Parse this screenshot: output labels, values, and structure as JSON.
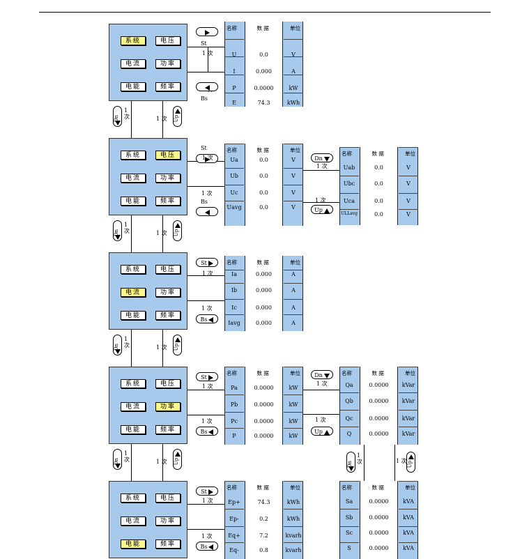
{
  "main_menu": {
    "sys": "系统",
    "volt": "电压",
    "curr": "电流",
    "power": "功率",
    "energy": "电能",
    "freq": "频率"
  },
  "labels": {
    "st": "St",
    "bs": "Bs",
    "dn": "Dn",
    "up": "Up",
    "once": "1 次",
    "one": "1",
    "ci": "次"
  },
  "headers": {
    "name": "名称",
    "data": "数 据",
    "unit": "单位"
  },
  "sys_table": {
    "rows": [
      {
        "name": "U",
        "value": "0.0",
        "unit": "V"
      },
      {
        "name": "I",
        "value": "0.000",
        "unit": "A"
      },
      {
        "name": "P",
        "value": "0.0000",
        "unit": "kW"
      },
      {
        "name": "E",
        "value": "74.3",
        "unit": "kWh"
      }
    ]
  },
  "volt_table": {
    "rows": [
      {
        "name": "Ua",
        "value": "0.0",
        "unit": "V"
      },
      {
        "name": "Ub",
        "value": "0.0",
        "unit": "V"
      },
      {
        "name": "Uc",
        "value": "0.0",
        "unit": "V"
      },
      {
        "name": "Uavg",
        "value": "0.0",
        "unit": "V"
      }
    ]
  },
  "line_volt_table": {
    "rows": [
      {
        "name": "Uab",
        "value": "0.0",
        "unit": "V"
      },
      {
        "name": "Ubc",
        "value": "0.0",
        "unit": "V"
      },
      {
        "name": "Uca",
        "value": "0.0",
        "unit": "V"
      },
      {
        "name": "ULLavg",
        "value": "0.0",
        "unit": "V"
      }
    ]
  },
  "curr_table": {
    "rows": [
      {
        "name": "Ia",
        "value": "0.000",
        "unit": "A"
      },
      {
        "name": "Ib",
        "value": "0.000",
        "unit": "A"
      },
      {
        "name": "Ic",
        "value": "0.000",
        "unit": "A"
      },
      {
        "name": "Iavg",
        "value": "0.000",
        "unit": "A"
      }
    ]
  },
  "power_table": {
    "rows": [
      {
        "name": "Pa",
        "value": "0.0000",
        "unit": "kW"
      },
      {
        "name": "Pb",
        "value": "0.0000",
        "unit": "kW"
      },
      {
        "name": "Pc",
        "value": "0.0000",
        "unit": "kW"
      },
      {
        "name": "P",
        "value": "0.0000",
        "unit": "kW"
      }
    ]
  },
  "reactive_table": {
    "rows": [
      {
        "name": "Qa",
        "value": "0.0000",
        "unit": "kVar"
      },
      {
        "name": "Qb",
        "value": "0.0000",
        "unit": "kVar"
      },
      {
        "name": "Qc",
        "value": "0.0000",
        "unit": "kVar"
      },
      {
        "name": "Q",
        "value": "0.0000",
        "unit": "kVar"
      }
    ]
  },
  "energy_table": {
    "rows": [
      {
        "name": "Ep+",
        "value": "74.3",
        "unit": "kWh"
      },
      {
        "name": "Ep-",
        "value": "0.2",
        "unit": "kWh"
      },
      {
        "name": "Eq+",
        "value": "7.2",
        "unit": "kvarh"
      },
      {
        "name": "Eq-",
        "value": "0.8",
        "unit": "kvarh"
      }
    ]
  },
  "apparent_table": {
    "rows": [
      {
        "name": "Sa",
        "value": "0.0000",
        "unit": "kVA"
      },
      {
        "name": "Sb",
        "value": "0.0000",
        "unit": "kVA"
      },
      {
        "name": "Sc",
        "value": "0.0000",
        "unit": "kVA"
      },
      {
        "name": "S",
        "value": "0.0000",
        "unit": "kVA"
      }
    ]
  }
}
